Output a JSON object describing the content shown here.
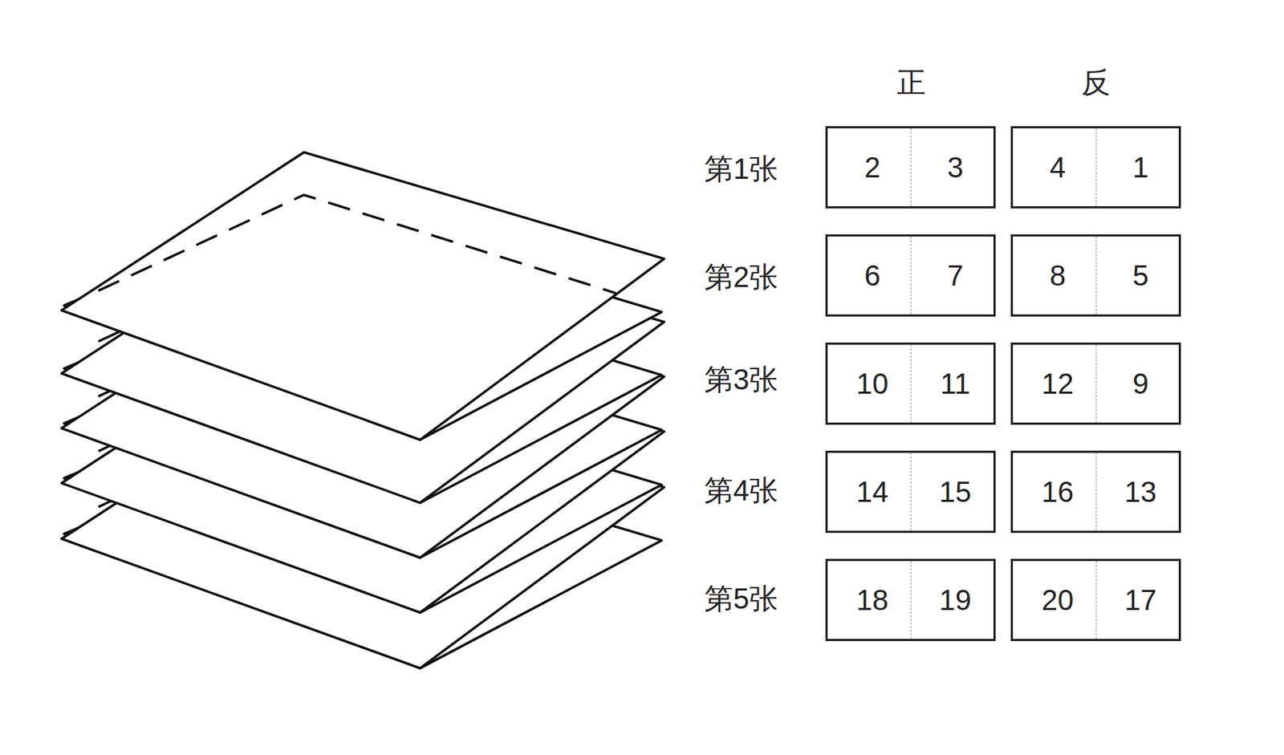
{
  "diagram": {
    "nodes": [
      {
        "text": [
          "2",
          "3"
        ]
      },
      {
        "text": [
          "4",
          "1"
        ]
      },
      {
        "text": [
          "6",
          "7"
        ]
      },
      {
        "text": [
          "8",
          "5"
        ]
      },
      {
        "text": [
          "10",
          "11"
        ]
      },
      {
        "text": [
          "12",
          "9"
        ]
      },
      {
        "text": [
          "14",
          "15"
        ]
      },
      {
        "text": [
          "16",
          "13"
        ]
      },
      {
        "text": [
          "18",
          "19"
        ]
      },
      {
        "text": [
          "20",
          "17"
        ]
      }
    ],
    "labels": [
      "正",
      "反",
      "第1张",
      "第2张",
      "第3张",
      "第4张",
      "第5张"
    ]
  }
}
